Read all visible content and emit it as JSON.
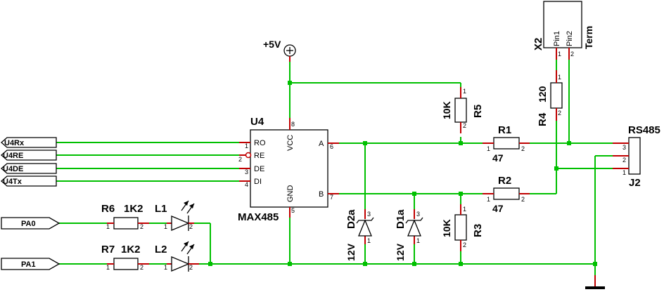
{
  "ports": {
    "u4rx": "U4Rx",
    "u4re": "U4RE",
    "u4de": "U4DE",
    "u4tx": "U4Tx",
    "pa0": "PA0",
    "pa1": "PA1"
  },
  "u4": {
    "ref": "U4",
    "value": "MAX485",
    "pins": {
      "ro": "RO",
      "re": "RE",
      "de": "DE",
      "di": "DI",
      "vcc": "VCC",
      "gnd": "GND",
      "a": "A",
      "b": "B"
    },
    "pin_numbers": {
      "ro": "1",
      "re": "2",
      "de": "3",
      "di": "4",
      "vcc": "8",
      "gnd": "5",
      "a": "6",
      "b": "7"
    }
  },
  "power": {
    "label": "+5V"
  },
  "resistors": {
    "r1": {
      "ref": "R1",
      "value": "47"
    },
    "r2": {
      "ref": "R2",
      "value": "47"
    },
    "r3": {
      "ref": "R3",
      "value": "10K"
    },
    "r4": {
      "ref": "R4",
      "value": "120"
    },
    "r5": {
      "ref": "R5",
      "value": "10K"
    },
    "r6": {
      "ref": "R6",
      "value": "1K2"
    },
    "r7": {
      "ref": "R7",
      "value": "1K2"
    }
  },
  "leds": {
    "l1": {
      "ref": "L1"
    },
    "l2": {
      "ref": "L2"
    }
  },
  "diodes": {
    "d1a": {
      "ref": "D1a",
      "value": "12V"
    },
    "d2a": {
      "ref": "D2a",
      "value": "12V"
    }
  },
  "x2": {
    "ref": "X2",
    "pin1": "Pin1",
    "pin2": "Pin2",
    "name": "Term"
  },
  "j2": {
    "ref": "J2",
    "value": "RS485"
  },
  "pin_numbers": {
    "one": "1",
    "two": "2",
    "three": "3"
  }
}
